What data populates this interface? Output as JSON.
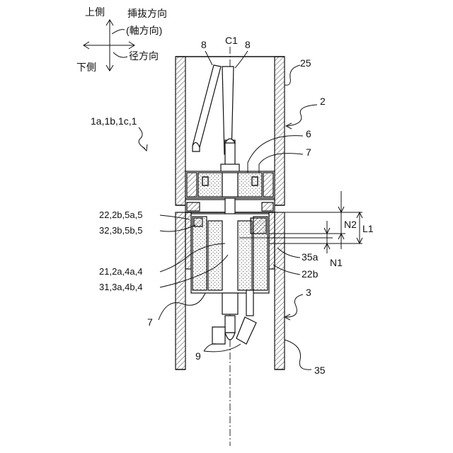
{
  "orientation": {
    "up": "上側",
    "down": "下側",
    "insertion_direction": "挿抜方向",
    "axial_direction": "(軸方向)",
    "radial_direction": "径方向"
  },
  "labels": {
    "assembly": "1a,1b,1c,1",
    "c1": "C1",
    "wire_left": "8",
    "wire_right": "8",
    "ref_25": "25",
    "ref_2": "2",
    "ref_6": "6",
    "ref_7_top": "7",
    "ref_22": "22,2b,5a,5",
    "ref_32": "32,3b,5b,5",
    "ref_21": "21,2a,4a,4",
    "ref_31": "31,3a,4b,4",
    "ref_7_bottom": "7",
    "ref_35a": "35a",
    "ref_22b": "22b",
    "ref_3": "3",
    "ref_9": "9",
    "ref_35": "35",
    "n2": "N2",
    "l1": "L1",
    "n1": "N1"
  }
}
